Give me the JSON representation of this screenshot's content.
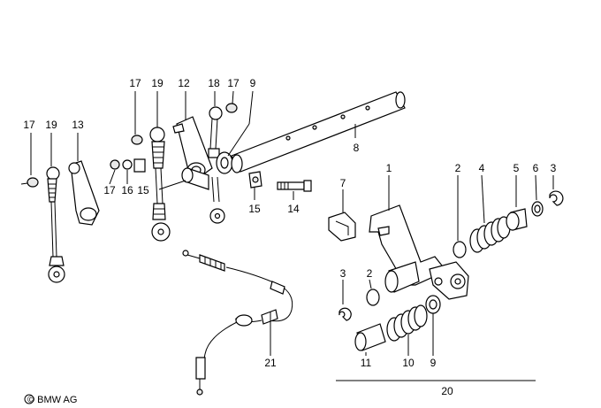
{
  "diagram": {
    "callouts": [
      {
        "id": "c17a",
        "text": "17"
      },
      {
        "id": "c19a",
        "text": "19"
      },
      {
        "id": "c13",
        "text": "13"
      },
      {
        "id": "c17b",
        "text": "17"
      },
      {
        "id": "c19b",
        "text": "19"
      },
      {
        "id": "c12",
        "text": "12"
      },
      {
        "id": "c18",
        "text": "18"
      },
      {
        "id": "c17c",
        "text": "17"
      },
      {
        "id": "c9a",
        "text": "9"
      },
      {
        "id": "c8",
        "text": "8"
      },
      {
        "id": "c17d",
        "text": "17"
      },
      {
        "id": "c16",
        "text": "16"
      },
      {
        "id": "c15a",
        "text": "15"
      },
      {
        "id": "c15b",
        "text": "15"
      },
      {
        "id": "c14",
        "text": "14"
      },
      {
        "id": "c7",
        "text": "7"
      },
      {
        "id": "c1",
        "text": "1"
      },
      {
        "id": "c2a",
        "text": "2"
      },
      {
        "id": "c4",
        "text": "4"
      },
      {
        "id": "c5",
        "text": "5"
      },
      {
        "id": "c6",
        "text": "6"
      },
      {
        "id": "c3a",
        "text": "3"
      },
      {
        "id": "c3b",
        "text": "3"
      },
      {
        "id": "c2b",
        "text": "2"
      },
      {
        "id": "c11",
        "text": "11"
      },
      {
        "id": "c10",
        "text": "10"
      },
      {
        "id": "c9b",
        "text": "9"
      },
      {
        "id": "c21",
        "text": "21"
      },
      {
        "id": "c20",
        "text": "20"
      }
    ],
    "copyright": "© BMW AG"
  }
}
